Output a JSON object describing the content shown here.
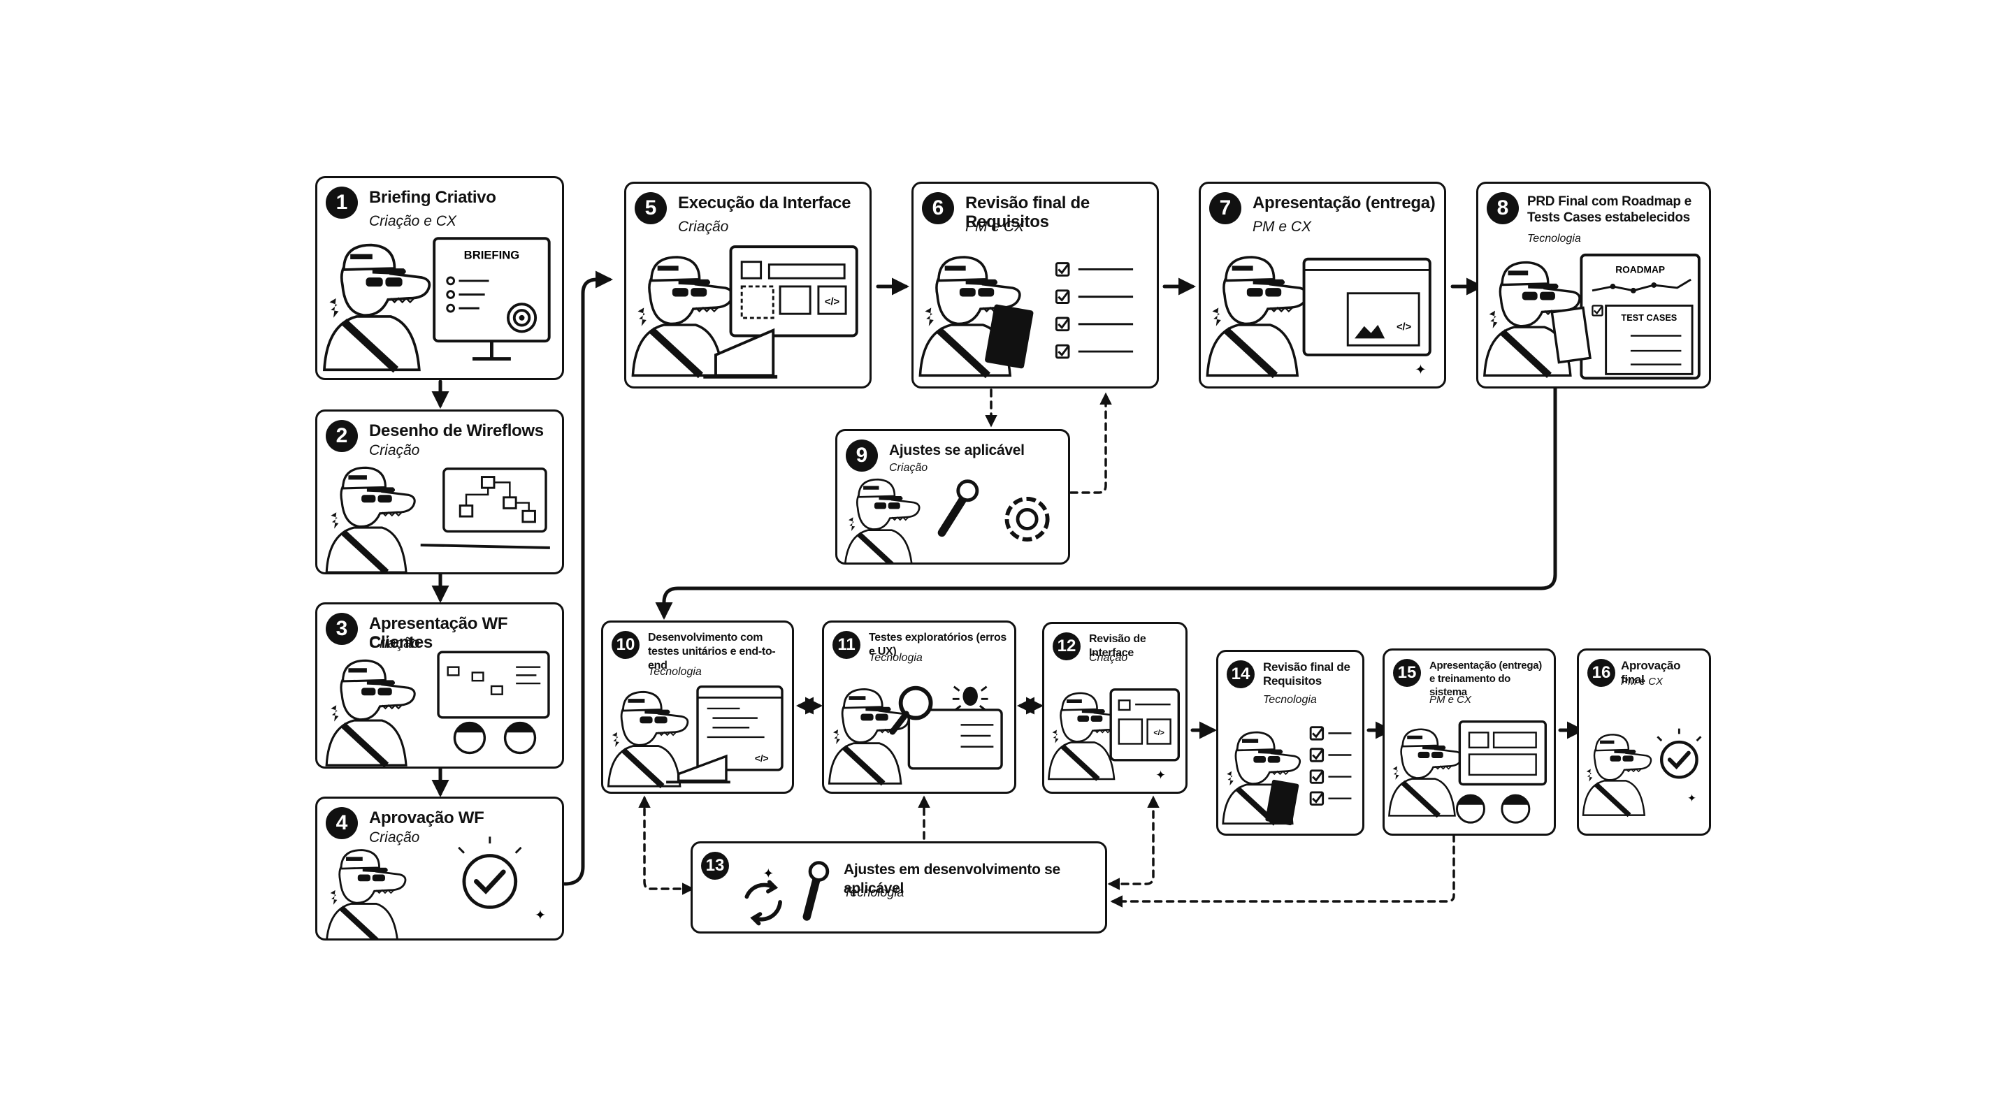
{
  "steps": [
    {
      "n": "1",
      "title": "Briefing Criativo",
      "team": "Criação e CX",
      "board_label": "BRIEFING"
    },
    {
      "n": "2",
      "title": "Desenho de Wireflows",
      "team": "Criação"
    },
    {
      "n": "3",
      "title": "Apresentação WF Clientes",
      "team": "Criação"
    },
    {
      "n": "4",
      "title": "Aprovação WF",
      "team": "Criação"
    },
    {
      "n": "5",
      "title": "Execução da Interface",
      "team": "Criação"
    },
    {
      "n": "6",
      "title": "Revisão final de Requisitos",
      "team": "PM e CX"
    },
    {
      "n": "7",
      "title": "Apresentação (entrega)",
      "team": "PM e CX"
    },
    {
      "n": "8",
      "title": "PRD Final com Roadmap e Tests Cases estabelecidos",
      "team": "Tecnologia",
      "roadmap_label": "ROADMAP",
      "tests_label": "TEST CASES"
    },
    {
      "n": "9",
      "title": "Ajustes se aplicável",
      "team": "Criação"
    },
    {
      "n": "10",
      "title": "Desenvolvimento com testes unitários e end-to-end",
      "team": "Tecnologia"
    },
    {
      "n": "11",
      "title": "Testes exploratórios (erros e UX)",
      "team": "Tecnologia"
    },
    {
      "n": "12",
      "title": "Revisão de Interface",
      "team": "Criação"
    },
    {
      "n": "13",
      "title": "Ajustes em desenvolvimento se aplicável",
      "team": "Tecnologia"
    },
    {
      "n": "14",
      "title": "Revisão final de Requisitos",
      "team": "Tecnologia"
    },
    {
      "n": "15",
      "title": "Apresentação (entrega) e treinamento do sistema",
      "team": "PM e CX"
    },
    {
      "n": "16",
      "title": "Aprovação final",
      "team": "PM e CX"
    }
  ],
  "icons": {
    "mascot": "crocodile-mascot-icon",
    "check": "checkmark-circle-icon",
    "gear": "gear-icon",
    "wrench": "wrench-icon",
    "bug": "bug-icon",
    "magnifier": "magnifier-icon",
    "laptop": "laptop-icon",
    "clipboard": "clipboard-icon",
    "refresh": "refresh-cycle-icon"
  },
  "colors": {
    "ink": "#111111",
    "paper": "#ffffff"
  }
}
